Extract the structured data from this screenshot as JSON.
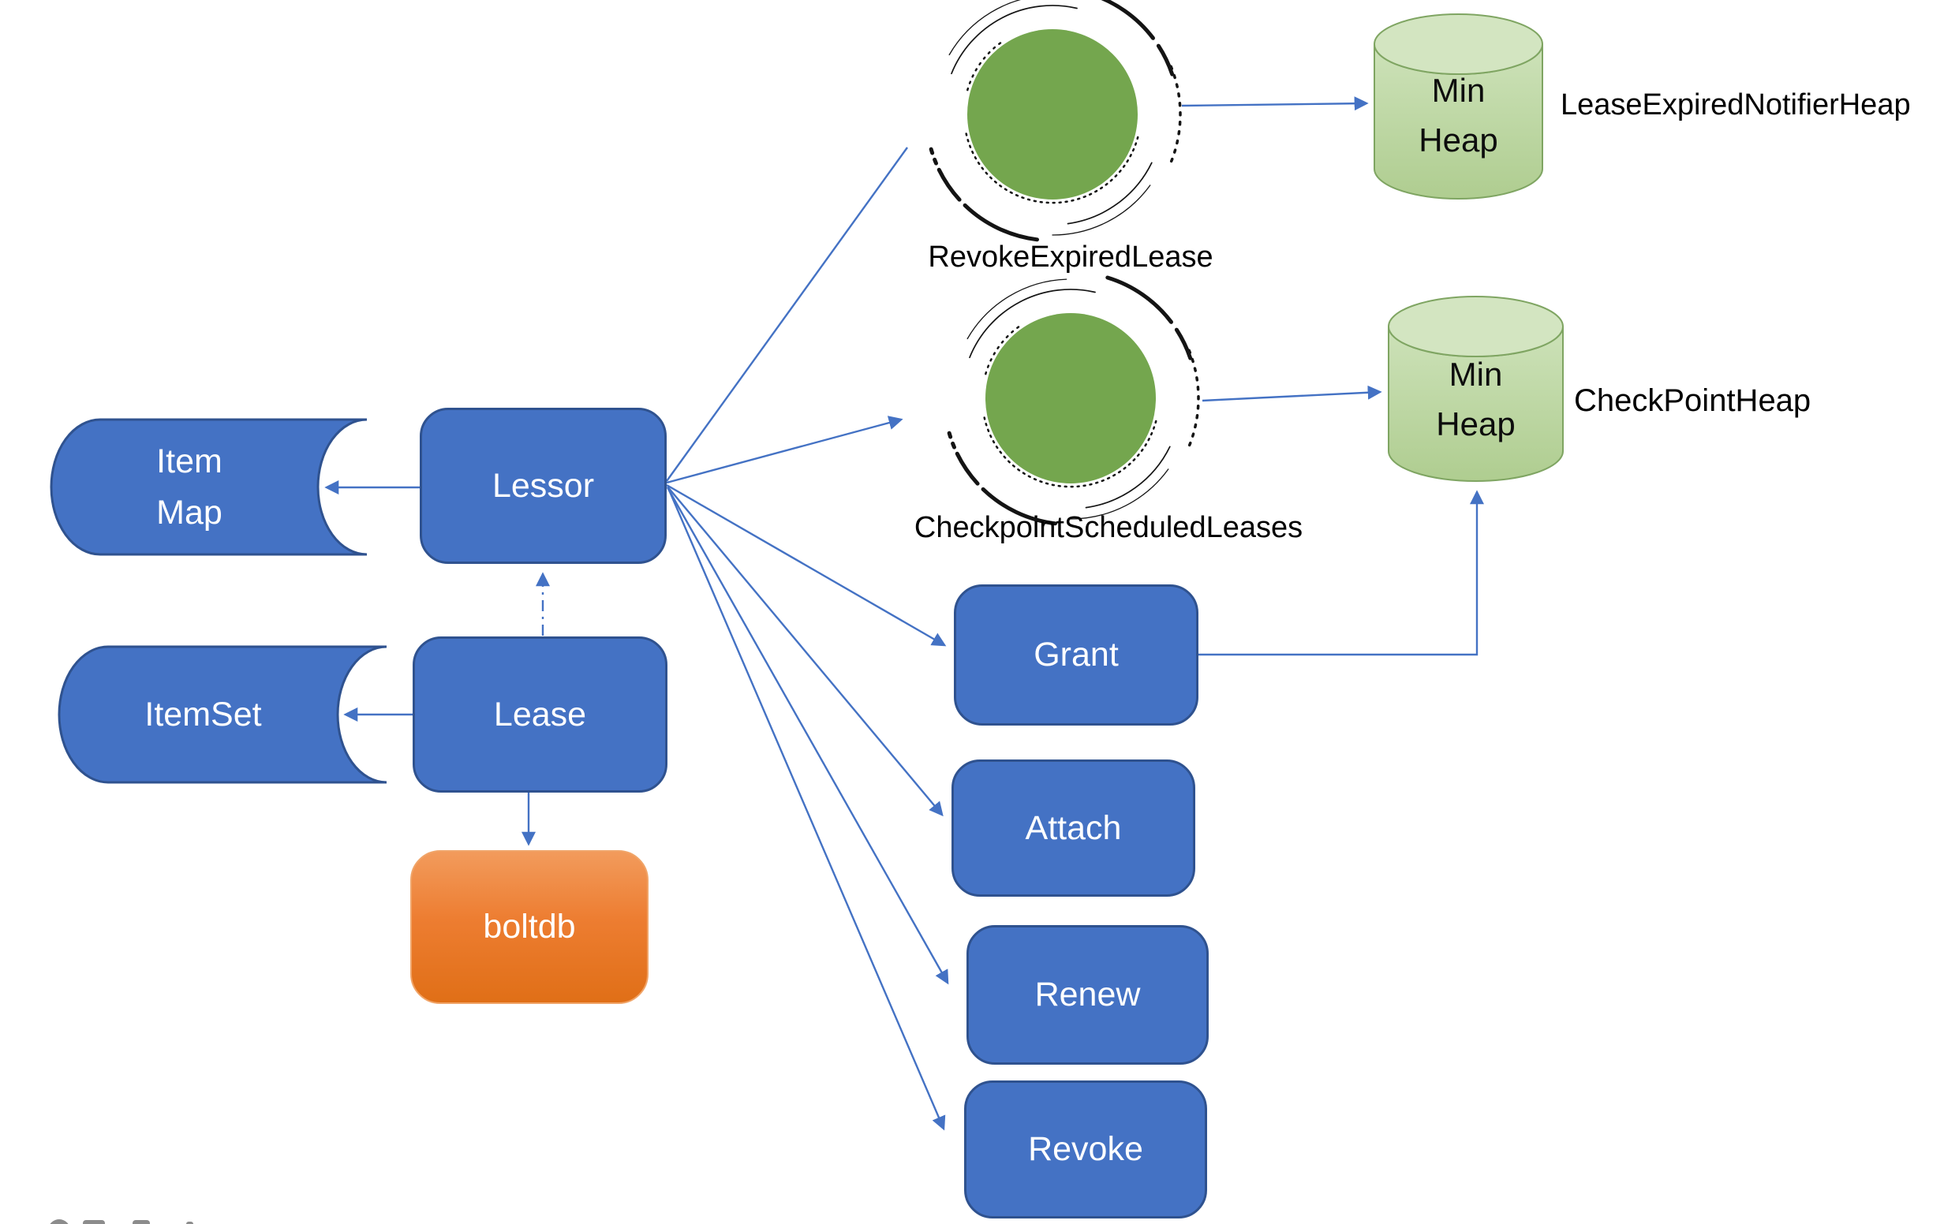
{
  "nodes": {
    "item_map": {
      "label": "Item\nMap"
    },
    "item_set": {
      "label": "ItemSet"
    },
    "lessor": {
      "label": "Lessor"
    },
    "lease": {
      "label": "Lease"
    },
    "boltdb": {
      "label": "boltdb"
    },
    "grant": {
      "label": "Grant"
    },
    "attach": {
      "label": "Attach"
    },
    "renew": {
      "label": "Renew"
    },
    "revoke": {
      "label": "Revoke"
    },
    "notifier_heap": {
      "label": "Min\nHeap"
    },
    "checkpoint_heap": {
      "label": "Min\nHeap"
    }
  },
  "labels": {
    "revoke_expired_lease": "RevokeExpiredLease",
    "checkpoint_scheduled_leases": "CheckpointScheduledLeases",
    "lease_expired_notifier_heap": "LeaseExpiredNotifierHeap",
    "check_point_heap": "CheckPointHeap"
  },
  "colors": {
    "node_blue": "#4472C4",
    "node_blue_border": "#2F528F",
    "connector_blue": "#4472C4",
    "process_green": "#74A64E",
    "cylinder_fill_light": "#D3E5C1",
    "cylinder_fill_dark": "#B2CF94",
    "cylinder_border": "#7FA562",
    "boltdb_orange_top": "#F29B5C",
    "boltdb_orange_bottom": "#E06F17",
    "node_text": "#FFFFFF",
    "label_text": "#000000"
  }
}
